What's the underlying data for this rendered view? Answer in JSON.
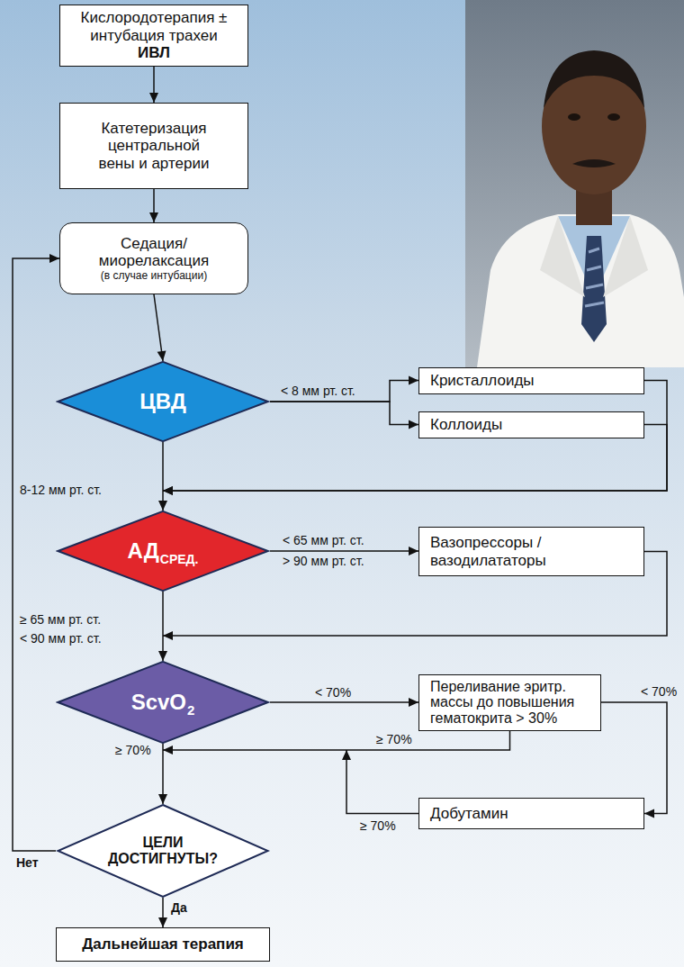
{
  "diagram": {
    "nodes": [
      {
        "text": [
          "Кислородотерапия ± интубация трахеи",
          "ИВЛ"
        ]
      },
      {
        "text": [
          "Катетеризация центральной вены и артерии"
        ]
      },
      {
        "text": [
          "Седация/ миорелаксация",
          "(в случае интубации)"
        ]
      },
      {
        "text": [
          "ЦВД"
        ]
      },
      {
        "text": [
          "Кристаллоиды"
        ]
      },
      {
        "text": [
          "Коллоиды"
        ]
      },
      {
        "text": [
          "АД",
          "СРЕД."
        ]
      },
      {
        "text": [
          "Вазопрессоры / вазодилататоры"
        ]
      },
      {
        "text": [
          "ScvO",
          "2"
        ]
      },
      {
        "text": [
          "Переливание эритр. массы до повышения гематокрита > 30%"
        ]
      },
      {
        "text": [
          "Добутамин"
        ]
      },
      {
        "text": [
          "ЦЕЛИ ДОСТИГНУТЫ?"
        ]
      },
      {
        "text": [
          "Дальнейшая терапия"
        ]
      }
    ],
    "edges": [
      {
        "from": 0,
        "to": 1,
        "arrow": "to"
      },
      {
        "from": 1,
        "to": 2,
        "arrow": "to"
      },
      {
        "from": 2,
        "to": 3,
        "arrow": "to"
      },
      {
        "from": 3,
        "to": 4,
        "label": "< 8 мм рт. ст.",
        "arrow": "to"
      },
      {
        "from": 3,
        "to": 5,
        "arrow": "to"
      },
      {
        "from": 3,
        "to": 6,
        "label": "8-12 мм рт. ст.",
        "arrow": "to"
      },
      {
        "from": 4,
        "to": 6,
        "arrow": "to"
      },
      {
        "from": 5,
        "to": 6,
        "arrow": "to"
      },
      {
        "from": 6,
        "to": 7,
        "label": "< 65 мм рт. ст.",
        "arrow": "to"
      },
      {
        "from": 6,
        "to": 8,
        "label": "≥ 65 мм рт. ст.",
        "arrow": "to"
      },
      {
        "from": 7,
        "to": 8,
        "arrow": "to"
      },
      {
        "from": 8,
        "to": 9,
        "label": "< 70%",
        "arrow": "to"
      },
      {
        "from": 8,
        "to": 11,
        "label": "≥ 70%",
        "arrow": "to"
      },
      {
        "from": 9,
        "to": 11,
        "label": "≥ 70%",
        "arrow": "to"
      },
      {
        "from": 9,
        "to": 10,
        "label": "< 70%",
        "arrow": "to"
      },
      {
        "from": 10,
        "to": 11,
        "label": "≥ 70%",
        "arrow": "to"
      },
      {
        "from": 11,
        "to": 2,
        "label": "Нет",
        "arrow": "to"
      },
      {
        "from": 11,
        "to": 12,
        "label": "Да",
        "arrow": "to"
      }
    ],
    "labels": [
      "> 90 мм рт. ст.",
      "< 90 мм рт. ст."
    ]
  }
}
